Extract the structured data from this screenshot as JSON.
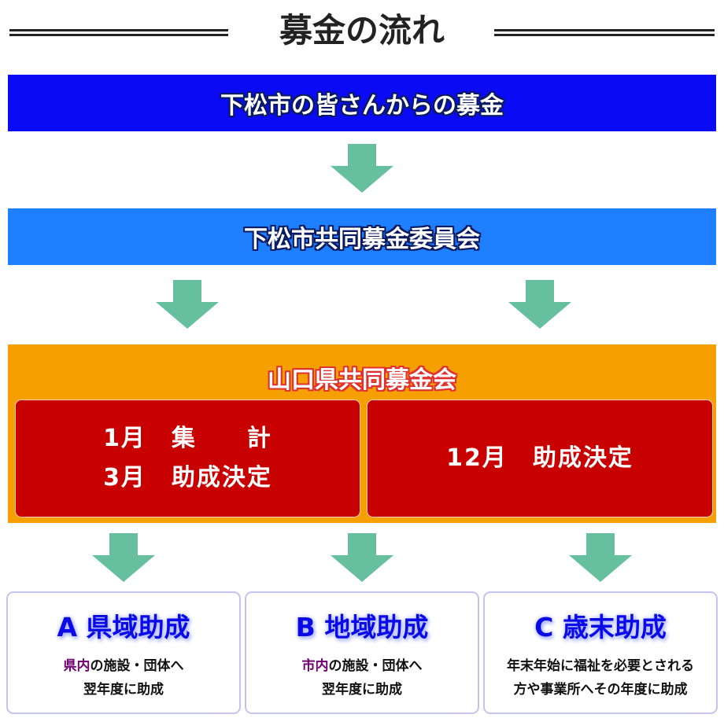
{
  "title": "募金の流れ",
  "step1": "下松市の皆さんからの募金",
  "step2": "下松市共同募金委員会",
  "prefecture": {
    "title": "山口県共同募金会",
    "left_lines": [
      "1月　集　　計",
      "3月　助成決定"
    ],
    "right_line": "12月　助成決定"
  },
  "grants": [
    {
      "title": "A 県域助成",
      "highlight": "県内",
      "line1_rest": "の施設・団体へ",
      "line2": "翌年度に助成"
    },
    {
      "title": "B 地域助成",
      "highlight": "市内",
      "line1_rest": "の施設・団体へ",
      "line2": "翌年度に助成"
    },
    {
      "title": "C 歳末助成",
      "line1": "年末年始に福祉を必要とされる",
      "line2": "方や事業所へその年度に助成"
    }
  ],
  "colors": {
    "step1": "#0a0af5",
    "step2": "#1e80ff",
    "prefecture": "#f5a000",
    "decision": "#c80000",
    "arrow": "#66c0a0"
  }
}
